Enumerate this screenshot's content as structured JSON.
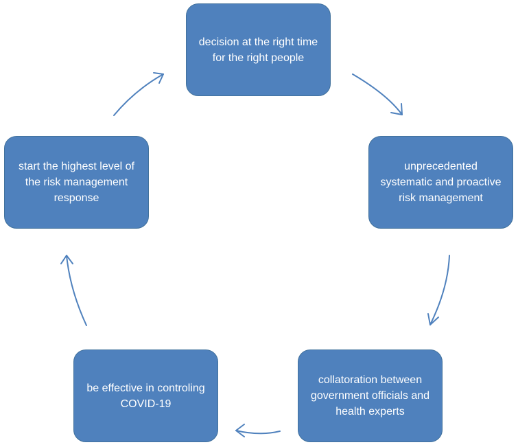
{
  "diagram": {
    "nodes": [
      {
        "label": "decision at the right time for the right people"
      },
      {
        "label": "unprecedented systematic and proactive risk management"
      },
      {
        "label": "collatoration between government officials and health experts"
      },
      {
        "label": "be effective  in controling COVID-19"
      },
      {
        "label": "start the highest level of the risk management response"
      }
    ],
    "colors": {
      "node_fill": "#4f81bd",
      "node_border": "#41719c",
      "node_text": "#ffffff",
      "arrow": "#4f81bd"
    }
  }
}
